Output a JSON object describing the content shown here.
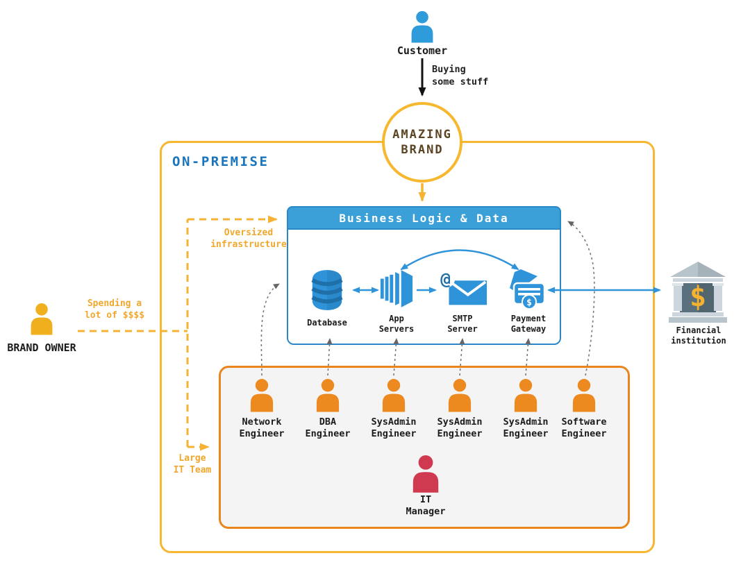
{
  "diagram": {
    "customer": {
      "label": "Customer",
      "action_label": "Buying\nsome stuff"
    },
    "brand_circle": {
      "label": "AMAZING\nBRAND"
    },
    "on_premise": {
      "label": "ON-PREMISE"
    },
    "business_logic": {
      "title": "Business Logic & Data",
      "components": [
        {
          "name": "database",
          "label": "Database"
        },
        {
          "name": "app-servers",
          "label": "App\nServers"
        },
        {
          "name": "smtp-server",
          "label": "SMTP\nServer"
        },
        {
          "name": "payment-gateway",
          "label": "Payment\nGateway"
        }
      ]
    },
    "financial_institution": {
      "label": "Financial\ninstitution"
    },
    "brand_owner": {
      "label": "BRAND OWNER",
      "annotation": "Spending a\nlot of $$$$"
    },
    "annotations": {
      "oversized": "Oversized\ninfrastructure",
      "large_team": "Large\nIT Team"
    },
    "it_team": {
      "members": [
        {
          "label": "Network\nEngineer"
        },
        {
          "label": "DBA\nEngineer"
        },
        {
          "label": "SysAdmin\nEngineer"
        },
        {
          "label": "SysAdmin\nEngineer"
        },
        {
          "label": "SysAdmin\nEngineer"
        },
        {
          "label": "Software\nEngineer"
        }
      ],
      "manager": {
        "label": "IT\nManager"
      }
    },
    "icons": {
      "at_symbol": "@",
      "dollar": "$"
    },
    "colors": {
      "blue": "#2E93D9",
      "blue_dark": "#1F6FA8",
      "yellow_border": "#F7B733",
      "yellow_text": "#F1A72C",
      "orange": "#E8861D",
      "red": "#CF3A50",
      "on_premise_text": "#1B75BC",
      "brand_text": "#5B4423"
    }
  }
}
